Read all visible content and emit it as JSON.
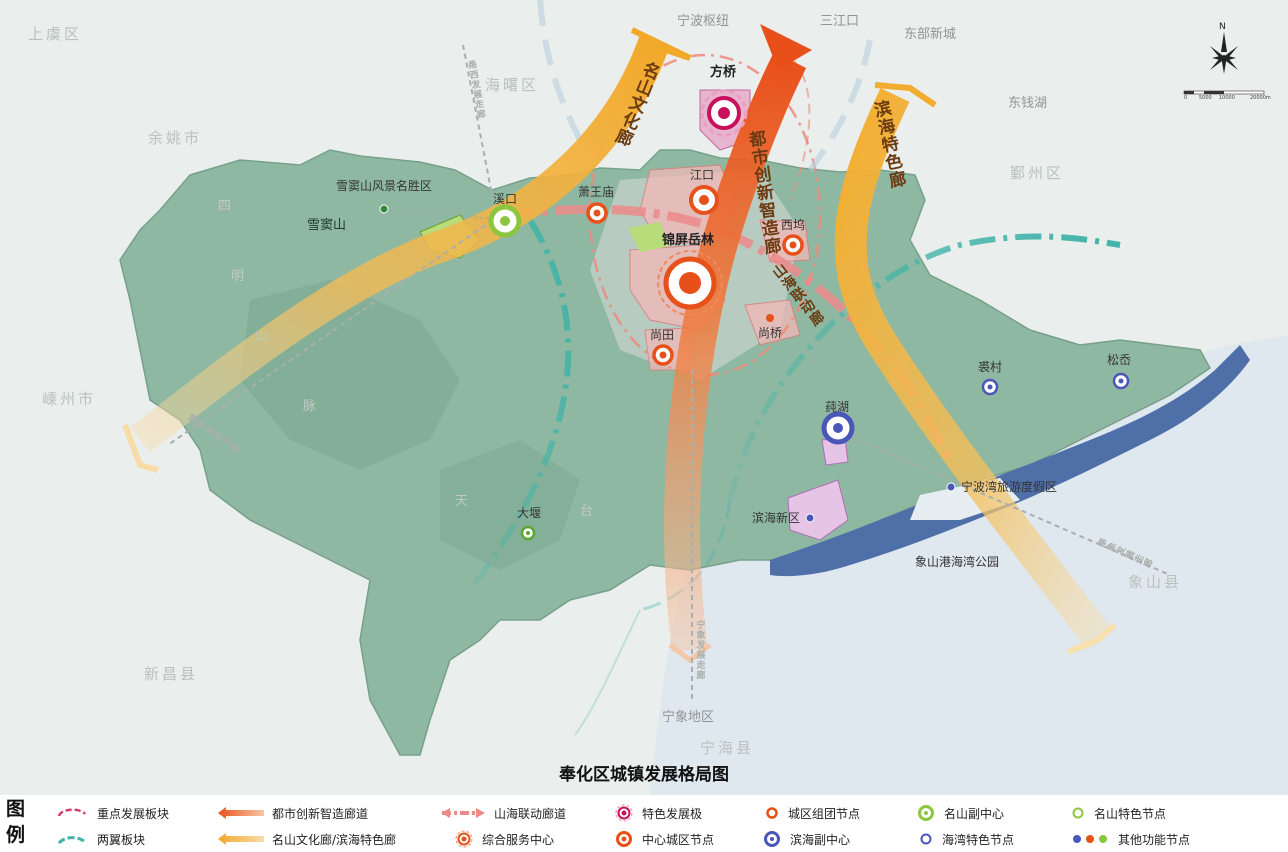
{
  "title": "奉化区城镇发展格局图",
  "north": "N",
  "scale": {
    "labels": [
      "0",
      "5000",
      "10000",
      "20000m"
    ]
  },
  "colors": {
    "district": "#8fb8a2",
    "surround": "#e3e9e6",
    "sea": "#dde5ef",
    "bay": "#4f6fa8",
    "corridor_main": "#e8581e",
    "corridor_gold": "#f2b233",
    "shanhai": "#ec8a8a",
    "wing": "#3fb3a8",
    "center": "#e8581e",
    "binhai": "#4a56b8",
    "green": "#8cc63f"
  },
  "neighbors": [
    {
      "id": "shangyu",
      "name": "上虞区"
    },
    {
      "id": "haishu",
      "name": "海曙区"
    },
    {
      "id": "yuyao",
      "name": "余姚市"
    },
    {
      "id": "shengzhou",
      "name": "嵊州市"
    },
    {
      "id": "xinchang",
      "name": "新昌县"
    },
    {
      "id": "ninghai",
      "name": "宁海县"
    },
    {
      "id": "yinzhou",
      "name": "鄞州区"
    },
    {
      "id": "xiangshan",
      "name": "象山县"
    }
  ],
  "regions": [
    {
      "id": "ningbo-hub",
      "name": "宁波枢纽"
    },
    {
      "id": "sanjiangkou",
      "name": "三江口"
    },
    {
      "id": "dongbu",
      "name": "东部新城"
    },
    {
      "id": "dongqianhu",
      "name": "东钱湖"
    },
    {
      "id": "ningxiang",
      "name": "宁象地区"
    },
    {
      "id": "xiangshan-gulf",
      "name": "象山港海湾公园"
    }
  ],
  "mountains": [
    {
      "id": "xuedou",
      "name": "雪窦山"
    },
    {
      "id": "si",
      "name": "四"
    },
    {
      "id": "ming",
      "name": "明"
    },
    {
      "id": "shan",
      "name": "山"
    },
    {
      "id": "mai",
      "name": "脉"
    },
    {
      "id": "tian",
      "name": "天"
    },
    {
      "id": "tai",
      "name": "台"
    }
  ],
  "nodes": [
    {
      "id": "fangqiao",
      "name": "方桥",
      "kind": "pole"
    },
    {
      "id": "jinping",
      "name": "锦屏岳林",
      "kind": "service"
    },
    {
      "id": "jiangkou",
      "name": "江口",
      "kind": "center"
    },
    {
      "id": "xiwu",
      "name": "西坞",
      "kind": "center"
    },
    {
      "id": "xiaowangmiao",
      "name": "萧王庙",
      "kind": "center"
    },
    {
      "id": "shangtian",
      "name": "尚田",
      "kind": "center"
    },
    {
      "id": "shangqiao",
      "name": "尚桥",
      "kind": "cluster"
    },
    {
      "id": "xikou",
      "name": "溪口",
      "kind": "mountain-sub"
    },
    {
      "id": "xuedou-scenic",
      "name": "雪窦山风景名胜区",
      "kind": "mountain-node"
    },
    {
      "id": "dayan",
      "name": "大堰",
      "kind": "mountain-node"
    },
    {
      "id": "chunhu",
      "name": "莼湖",
      "kind": "binhai-sub"
    },
    {
      "id": "binhai-new",
      "name": "滨海新区",
      "kind": "other"
    },
    {
      "id": "peicun",
      "name": "裘村",
      "kind": "bay-node"
    },
    {
      "id": "songao",
      "name": "松岙",
      "kind": "bay-node"
    },
    {
      "id": "ningbo-bay",
      "name": "宁波湾旅游度假区",
      "kind": "other"
    }
  ],
  "corridors": {
    "dushi": "都市创新智造廊",
    "mingshan": "名山文化廊",
    "binhai": "滨海特色廊",
    "shanhai": "山海联动廊"
  },
  "roads": {
    "yongnan": "甬西发展走廊",
    "shengfeng": "嵊奉发展走廊",
    "ningxiang_road": "宁象发展走廊",
    "fengxiang": "奉象发展走廊"
  },
  "legend": {
    "heading": "图例",
    "items": [
      {
        "id": "key-block",
        "label": "重点发展板块"
      },
      {
        "id": "two-wings",
        "label": "两翼板块"
      },
      {
        "id": "dushi-corridor",
        "label": "都市创新智造廊道"
      },
      {
        "id": "culture-corridor",
        "label": "名山文化廊/滨海特色廊"
      },
      {
        "id": "shanhai-corridor",
        "label": "山海联动廊道"
      },
      {
        "id": "service-center",
        "label": "综合服务中心"
      },
      {
        "id": "feature-pole",
        "label": "特色发展极"
      },
      {
        "id": "center-node",
        "label": "中心城区节点"
      },
      {
        "id": "cluster-node",
        "label": "城区组团节点"
      },
      {
        "id": "binhai-sub",
        "label": "滨海副中心"
      },
      {
        "id": "mountain-sub",
        "label": "名山副中心"
      },
      {
        "id": "bay-node",
        "label": "海湾特色节点"
      },
      {
        "id": "mountain-node",
        "label": "名山特色节点"
      },
      {
        "id": "other-node",
        "label": "其他功能节点"
      }
    ]
  }
}
